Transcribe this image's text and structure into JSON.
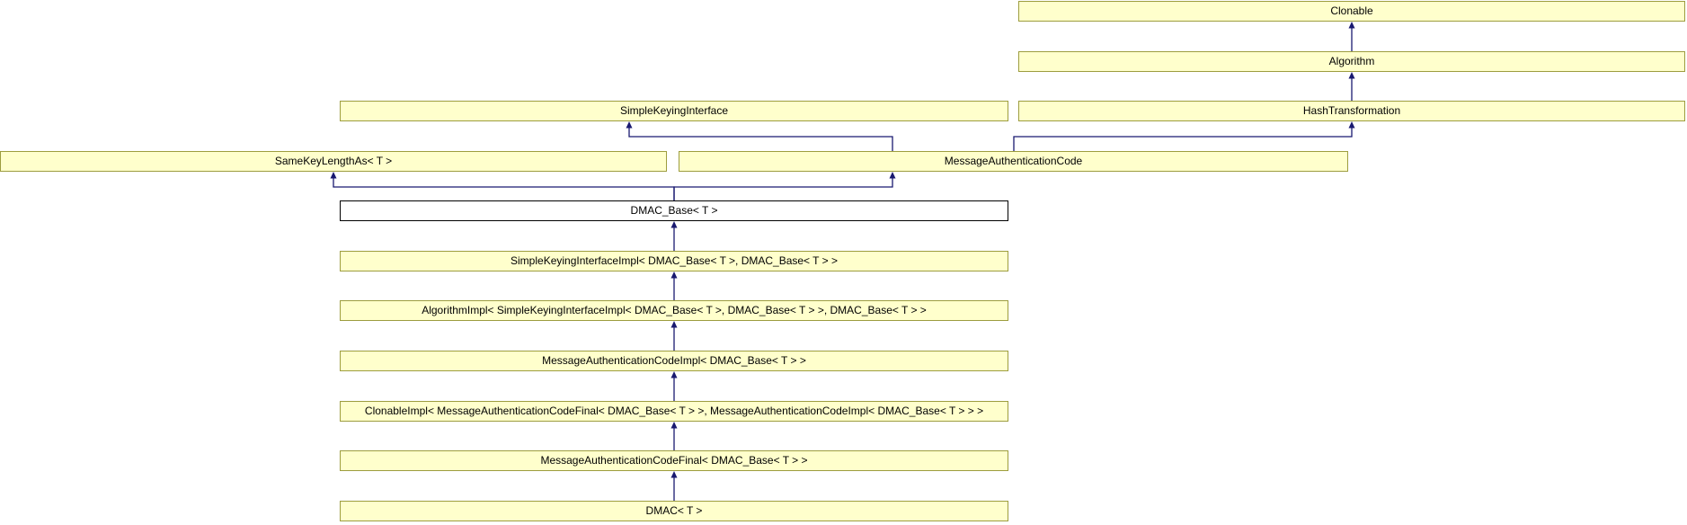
{
  "diagram": {
    "type": "class-inheritance-graph",
    "current_class": "DMAC_Base< T >",
    "colors": {
      "node_fill": "#ffffcc",
      "node_border": "#9d9d3f",
      "current_node_fill": "#ffffff",
      "current_node_border": "#000000",
      "edge": "#191970",
      "background": "#ffffff",
      "text": "#000000"
    },
    "nodes": [
      {
        "id": "clonable",
        "label": "Clonable"
      },
      {
        "id": "algorithm",
        "label": "Algorithm"
      },
      {
        "id": "simple-keying-interface",
        "label": "SimpleKeyingInterface"
      },
      {
        "id": "hash-transformation",
        "label": "HashTransformation"
      },
      {
        "id": "same-key-length-as",
        "label": "SameKeyLengthAs< T >"
      },
      {
        "id": "message-authentication-code",
        "label": "MessageAuthenticationCode"
      },
      {
        "id": "dmac-base",
        "label": "DMAC_Base< T >",
        "current": true
      },
      {
        "id": "simple-keying-interface-impl",
        "label": "SimpleKeyingInterfaceImpl< DMAC_Base< T >, DMAC_Base< T > >"
      },
      {
        "id": "algorithm-impl",
        "label": "AlgorithmImpl< SimpleKeyingInterfaceImpl< DMAC_Base< T >, DMAC_Base< T > >, DMAC_Base< T > >"
      },
      {
        "id": "message-authentication-code-impl",
        "label": "MessageAuthenticationCodeImpl< DMAC_Base< T > >"
      },
      {
        "id": "clonable-impl",
        "label": "ClonableImpl< MessageAuthenticationCodeFinal< DMAC_Base< T > >, MessageAuthenticationCodeImpl< DMAC_Base< T > > >"
      },
      {
        "id": "message-authentication-code-final",
        "label": "MessageAuthenticationCodeFinal< DMAC_Base< T > >"
      },
      {
        "id": "dmac",
        "label": "DMAC< T >"
      }
    ],
    "edges": [
      {
        "from": "Algorithm",
        "to": "Clonable"
      },
      {
        "from": "HashTransformation",
        "to": "Algorithm"
      },
      {
        "from": "MessageAuthenticationCode",
        "to": "SimpleKeyingInterface"
      },
      {
        "from": "MessageAuthenticationCode",
        "to": "HashTransformation"
      },
      {
        "from": "DMAC_Base< T >",
        "to": "SameKeyLengthAs< T >"
      },
      {
        "from": "DMAC_Base< T >",
        "to": "MessageAuthenticationCode"
      },
      {
        "from": "SimpleKeyingInterfaceImpl< DMAC_Base< T >, DMAC_Base< T > >",
        "to": "DMAC_Base< T >"
      },
      {
        "from": "AlgorithmImpl< SimpleKeyingInterfaceImpl< DMAC_Base< T >, DMAC_Base< T > >, DMAC_Base< T > >",
        "to": "SimpleKeyingInterfaceImpl< DMAC_Base< T >, DMAC_Base< T > >"
      },
      {
        "from": "MessageAuthenticationCodeImpl< DMAC_Base< T > >",
        "to": "AlgorithmImpl< SimpleKeyingInterfaceImpl< DMAC_Base< T >, DMAC_Base< T > >, DMAC_Base< T > >"
      },
      {
        "from": "ClonableImpl< MessageAuthenticationCodeFinal< DMAC_Base< T > >, MessageAuthenticationCodeImpl< DMAC_Base< T > > >",
        "to": "MessageAuthenticationCodeImpl< DMAC_Base< T > >"
      },
      {
        "from": "MessageAuthenticationCodeFinal< DMAC_Base< T > >",
        "to": "ClonableImpl< MessageAuthenticationCodeFinal< DMAC_Base< T > >, MessageAuthenticationCodeImpl< DMAC_Base< T > > >"
      },
      {
        "from": "DMAC< T >",
        "to": "MessageAuthenticationCodeFinal< DMAC_Base< T > >"
      }
    ]
  }
}
